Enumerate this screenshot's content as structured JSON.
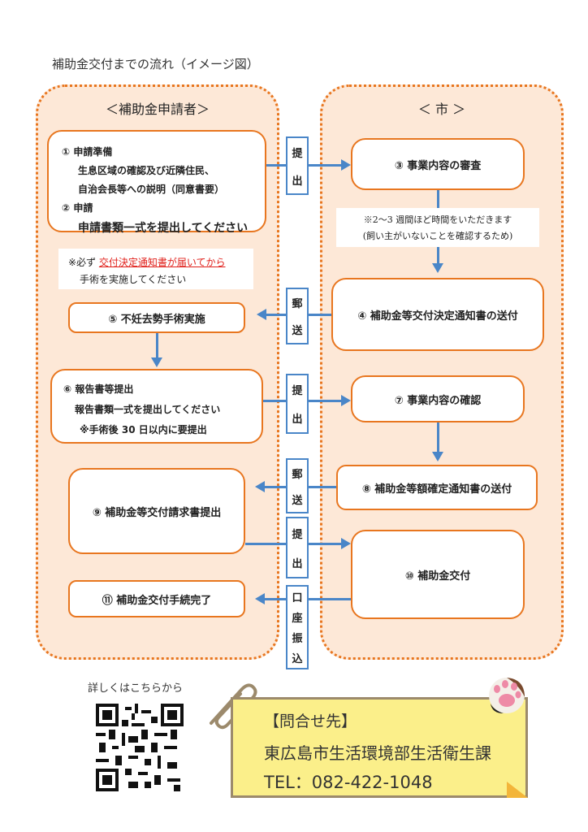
{
  "title": "補助金交付までの流れ（イメージ図）",
  "lanes": {
    "applicant": "＜補助金申請者＞",
    "city": "＜ 市 ＞"
  },
  "steps": {
    "s1_title": "① 申請準備",
    "s1_line1": "生息区域の確認及び近隣住民、",
    "s1_line2": "自治会長等への説明（同意書要）",
    "s2_title": "② 申請",
    "s2_line1": "申請書類一式を提出してください",
    "s3": "③ 事業内容の審査",
    "s4": "④ 補助金等交付決定通知書の送付",
    "s5": "⑤ 不妊去勢手術実施",
    "s6_title": "⑥ 報告書等提出",
    "s6_line1": "報告書類一式を提出してください",
    "s6_line2": "※手術後 30 日以内に要提出",
    "s7": "⑦ 事業内容の確認",
    "s8": "⑧ 補助金等額確定通知書の送付",
    "s9": "⑨ 補助金等交付請求書提出",
    "s10": "⑩ 補助金交付",
    "s11": "⑪ 補助金交付手続完了"
  },
  "notes": {
    "must_prefix": "※必ず ",
    "must_red": "交付決定通知書が届いてから",
    "must_line2": "手術を実施してください",
    "wait_line1": "※2～3 週間ほど時間をいただきます",
    "wait_line2": "(飼い主がいないことを確認するため)"
  },
  "tags": {
    "submit": [
      "提",
      "出"
    ],
    "mail": [
      "郵",
      "送"
    ],
    "transfer": [
      "口",
      "座",
      "振",
      "込"
    ]
  },
  "footer": {
    "qr_caption": "詳しくはこちらから",
    "contact_heading": "【問合せ先】",
    "contact_dept": "東広島市生活環境部生活衛生課",
    "contact_tel": "TEL：082-422-1048"
  }
}
